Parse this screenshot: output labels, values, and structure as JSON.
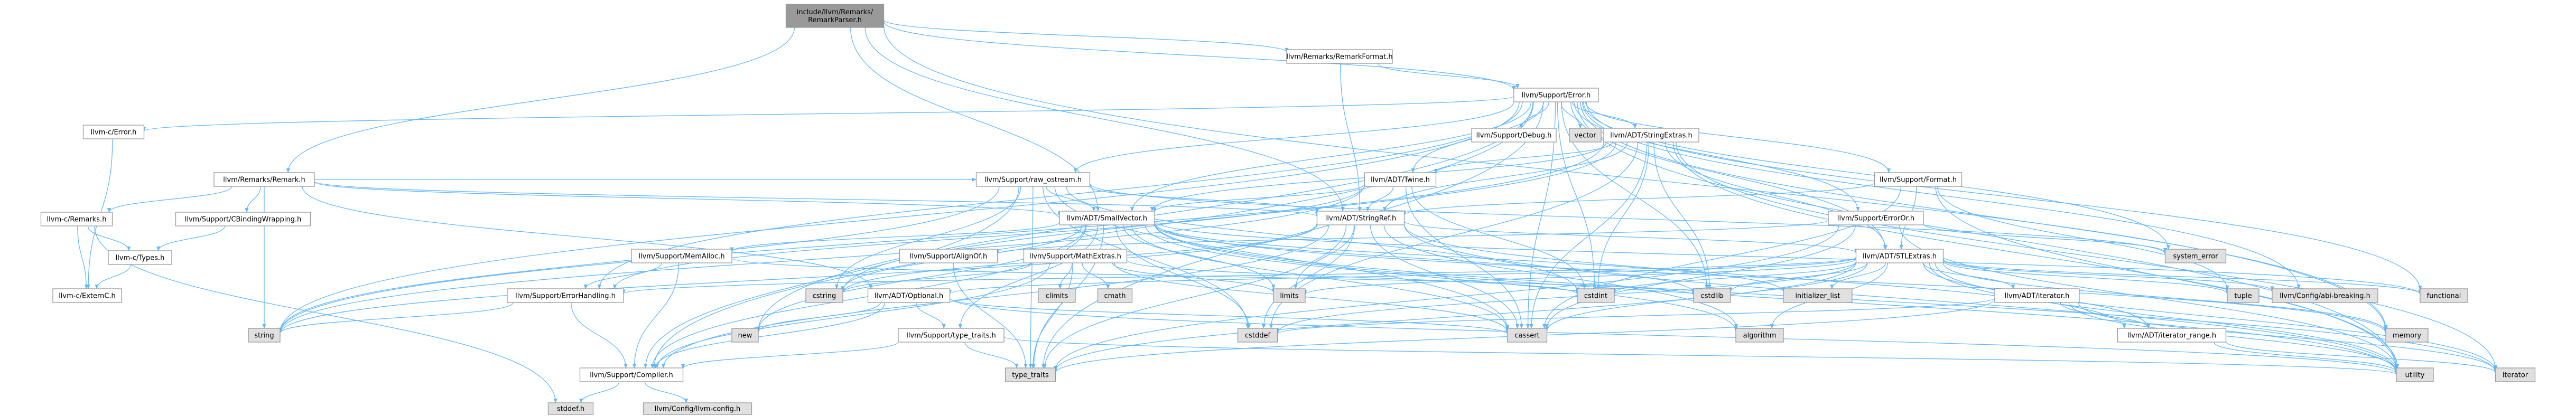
{
  "colors": {
    "edge": "#63b8ff",
    "root_fill": "#999999",
    "node_fill": "#ffffff",
    "missing_fill": "#e0e0e0",
    "node_border": "#999999",
    "highlight_border": "#ff0000",
    "text": "#000000"
  },
  "nodes": {
    "root": {
      "label": "include/llvm/Remarks/\nRemarkParser.h",
      "kind": "root"
    },
    "remarkformat": {
      "label": "llvm/Remarks/RemarkFormat.h",
      "kind": "normal"
    },
    "error": {
      "label": "llvm/Support/Error.h",
      "kind": "normal"
    },
    "cerror": {
      "label": "llvm-c/Error.h",
      "kind": "normal"
    },
    "remark": {
      "label": "llvm/Remarks/Remark.h",
      "kind": "normal"
    },
    "cremarks": {
      "label": "llvm-c/Remarks.h",
      "kind": "normal"
    },
    "cbinding": {
      "label": "llvm/Support/CBindingWrapping.h",
      "kind": "highlight"
    },
    "ctypes": {
      "label": "llvm-c/Types.h",
      "kind": "highlight"
    },
    "externc": {
      "label": "llvm-c/ExternC.h",
      "kind": "normal"
    },
    "debug": {
      "label": "llvm/Support/Debug.h",
      "kind": "normal"
    },
    "vector": {
      "label": "vector",
      "kind": "missing"
    },
    "stringextras": {
      "label": "llvm/ADT/StringExtras.h",
      "kind": "highlight"
    },
    "rawostream": {
      "label": "llvm/Support/raw_ostream.h",
      "kind": "normal"
    },
    "twine": {
      "label": "llvm/ADT/Twine.h",
      "kind": "normal"
    },
    "format": {
      "label": "llvm/Support/Format.h",
      "kind": "highlight"
    },
    "smallvector": {
      "label": "llvm/ADT/SmallVector.h",
      "kind": "normal"
    },
    "stringref": {
      "label": "llvm/ADT/StringRef.h",
      "kind": "normal"
    },
    "erroror": {
      "label": "llvm/Support/ErrorOr.h",
      "kind": "normal"
    },
    "memalloc": {
      "label": "llvm/Support/MemAlloc.h",
      "kind": "normal"
    },
    "alignof": {
      "label": "llvm/Support/AlignOf.h",
      "kind": "normal"
    },
    "mathextras": {
      "label": "llvm/Support/MathExtras.h",
      "kind": "normal"
    },
    "stlextras": {
      "label": "llvm/ADT/STLExtras.h",
      "kind": "normal"
    },
    "systemerror": {
      "label": "system_error",
      "kind": "missing"
    },
    "errorhandling": {
      "label": "llvm/Support/ErrorHandling.h",
      "kind": "normal"
    },
    "cstring": {
      "label": "cstring",
      "kind": "missing"
    },
    "optional": {
      "label": "llvm/ADT/Optional.h",
      "kind": "highlight"
    },
    "climits": {
      "label": "climits",
      "kind": "missing"
    },
    "cmath": {
      "label": "cmath",
      "kind": "missing"
    },
    "limits": {
      "label": "limits",
      "kind": "missing"
    },
    "cstdint": {
      "label": "cstdint",
      "kind": "missing"
    },
    "cstdlib": {
      "label": "cstdlib",
      "kind": "missing"
    },
    "initlist": {
      "label": "initializer_list",
      "kind": "missing"
    },
    "adtiterator": {
      "label": "llvm/ADT/iterator.h",
      "kind": "normal"
    },
    "iterrange": {
      "label": "llvm/ADT/iterator_range.h",
      "kind": "normal"
    },
    "tuple": {
      "label": "tuple",
      "kind": "missing"
    },
    "abibreaking": {
      "label": "llvm/Config/abi-breaking.h",
      "kind": "missing"
    },
    "functional": {
      "label": "functional",
      "kind": "missing"
    },
    "string": {
      "label": "string",
      "kind": "missing"
    },
    "new": {
      "label": "new",
      "kind": "missing"
    },
    "typetraitsh": {
      "label": "llvm/Support/type_traits.h",
      "kind": "normal"
    },
    "cstddef": {
      "label": "cstddef",
      "kind": "missing"
    },
    "cassert": {
      "label": "cassert",
      "kind": "missing"
    },
    "algorithm": {
      "label": "algorithm",
      "kind": "missing"
    },
    "memory": {
      "label": "memory",
      "kind": "missing"
    },
    "compiler": {
      "label": "llvm/Support/Compiler.h",
      "kind": "normal"
    },
    "typetraits": {
      "label": "type_traits",
      "kind": "missing"
    },
    "utility": {
      "label": "utility",
      "kind": "missing"
    },
    "iterator": {
      "label": "iterator",
      "kind": "missing"
    },
    "stddef": {
      "label": "stddef.h",
      "kind": "missing"
    },
    "llvmconfig": {
      "label": "llvm/Config/llvm-config.h",
      "kind": "missing"
    }
  },
  "edges": [
    [
      "root",
      "remarkformat"
    ],
    [
      "root",
      "error"
    ],
    [
      "root",
      "remark"
    ],
    [
      "root",
      "smallvector"
    ],
    [
      "root",
      "stringref"
    ],
    [
      "root",
      "memory"
    ],
    [
      "remarkformat",
      "error"
    ],
    [
      "remarkformat",
      "stringref"
    ],
    [
      "error",
      "cerror"
    ],
    [
      "error",
      "stlextras"
    ],
    [
      "error",
      "smallvector"
    ],
    [
      "error",
      "stringextras"
    ],
    [
      "error",
      "twine"
    ],
    [
      "error",
      "abibreaking"
    ],
    [
      "error",
      "compiler"
    ],
    [
      "error",
      "debug"
    ],
    [
      "error",
      "errorhandling"
    ],
    [
      "error",
      "erroror"
    ],
    [
      "error",
      "format"
    ],
    [
      "error",
      "rawostream"
    ],
    [
      "error",
      "cassert"
    ],
    [
      "error",
      "cstdint"
    ],
    [
      "error",
      "cstdlib"
    ],
    [
      "error",
      "functional"
    ],
    [
      "error",
      "memory"
    ],
    [
      "error",
      "new"
    ],
    [
      "error",
      "string"
    ],
    [
      "error",
      "systemerror"
    ],
    [
      "error",
      "typetraits"
    ],
    [
      "error",
      "utility"
    ],
    [
      "error",
      "vector"
    ],
    [
      "cerror",
      "externc"
    ],
    [
      "remark",
      "cremarks"
    ],
    [
      "remark",
      "optional"
    ],
    [
      "remark",
      "stringref"
    ],
    [
      "remark",
      "cbinding"
    ],
    [
      "remark",
      "rawostream"
    ],
    [
      "remark",
      "string"
    ],
    [
      "remark",
      "smallvector"
    ],
    [
      "cremarks",
      "ctypes"
    ],
    [
      "cremarks",
      "externc"
    ],
    [
      "cremarks",
      "stddef"
    ],
    [
      "cbinding",
      "ctypes"
    ],
    [
      "ctypes",
      "externc"
    ],
    [
      "stringextras",
      "smallvector"
    ],
    [
      "stringextras",
      "stringref"
    ],
    [
      "stringextras",
      "twine"
    ],
    [
      "stringextras",
      "cassert"
    ],
    [
      "stringextras",
      "cstddef"
    ],
    [
      "stringextras",
      "cstdint"
    ],
    [
      "stringextras",
      "cstdlib"
    ],
    [
      "stringextras",
      "cstring"
    ],
    [
      "stringextras",
      "iterator"
    ],
    [
      "stringextras",
      "string"
    ],
    [
      "stringextras",
      "utility"
    ],
    [
      "stringextras",
      "stlextras"
    ],
    [
      "rawostream",
      "stringref"
    ],
    [
      "rawostream",
      "compiler"
    ],
    [
      "rawostream",
      "cassert"
    ],
    [
      "rawostream",
      "cstddef"
    ],
    [
      "rawostream",
      "cstdint"
    ],
    [
      "rawostream",
      "cstring"
    ],
    [
      "rawostream",
      "string"
    ],
    [
      "rawostream",
      "systemerror"
    ],
    [
      "rawostream",
      "typetraits"
    ],
    [
      "rawostream",
      "smallvector"
    ],
    [
      "twine",
      "smallvector"
    ],
    [
      "twine",
      "stringref"
    ],
    [
      "twine",
      "errorhandling"
    ],
    [
      "twine",
      "cassert"
    ],
    [
      "twine",
      "cstdint"
    ],
    [
      "twine",
      "string"
    ],
    [
      "format",
      "stlextras"
    ],
    [
      "format",
      "stringref"
    ],
    [
      "format",
      "cassert"
    ],
    [
      "format",
      "cstdio"
    ],
    [
      "format",
      "tuple"
    ],
    [
      "format",
      "utility"
    ],
    [
      "smallvector",
      "compiler"
    ],
    [
      "smallvector",
      "memalloc"
    ],
    [
      "smallvector",
      "typetraitsh"
    ],
    [
      "smallvector",
      "algorithm"
    ],
    [
      "smallvector",
      "cassert"
    ],
    [
      "smallvector",
      "cstddef"
    ],
    [
      "smallvector",
      "cstdlib"
    ],
    [
      "smallvector",
      "cstring"
    ],
    [
      "smallvector",
      "functional"
    ],
    [
      "smallvector",
      "initlist"
    ],
    [
      "smallvector",
      "iterator"
    ],
    [
      "smallvector",
      "limits"
    ],
    [
      "smallvector",
      "memory"
    ],
    [
      "smallvector",
      "new"
    ],
    [
      "smallvector",
      "typetraits"
    ],
    [
      "smallvector",
      "utility"
    ],
    [
      "stringref",
      "stlextras"
    ],
    [
      "stringref",
      "iterrange"
    ],
    [
      "stringref",
      "compiler"
    ],
    [
      "stringref",
      "algorithm"
    ],
    [
      "stringref",
      "cassert"
    ],
    [
      "stringref",
      "cstddef"
    ],
    [
      "stringref",
      "cstring"
    ],
    [
      "stringref",
      "limits"
    ],
    [
      "stringref",
      "string"
    ],
    [
      "stringref",
      "typetraits"
    ],
    [
      "stringref",
      "utility"
    ],
    [
      "erroror",
      "alignof"
    ],
    [
      "erroror",
      "cassert"
    ],
    [
      "erroror",
      "systemerror"
    ],
    [
      "erroror",
      "typetraits"
    ],
    [
      "erroror",
      "utility"
    ],
    [
      "memalloc",
      "compiler"
    ],
    [
      "memalloc",
      "errorhandling"
    ],
    [
      "memalloc",
      "cstdlib"
    ],
    [
      "alignof",
      "typetraits"
    ],
    [
      "mathextras",
      "compiler"
    ],
    [
      "mathextras",
      "cassert"
    ],
    [
      "mathextras",
      "climits"
    ],
    [
      "mathextras",
      "cmath"
    ],
    [
      "mathextras",
      "cstdint"
    ],
    [
      "mathextras",
      "cstring"
    ],
    [
      "mathextras",
      "limits"
    ],
    [
      "mathextras",
      "typetraits"
    ],
    [
      "stlextras",
      "optional"
    ],
    [
      "stlextras",
      "adtiterator"
    ],
    [
      "stlextras",
      "iterrange"
    ],
    [
      "stlextras",
      "abibreaking"
    ],
    [
      "stlextras",
      "errorhandling"
    ],
    [
      "stlextras",
      "algorithm"
    ],
    [
      "stlextras",
      "cassert"
    ],
    [
      "stlextras",
      "cstddef"
    ],
    [
      "stlextras",
      "cstdint"
    ],
    [
      "stlextras",
      "cstdlib"
    ],
    [
      "stlextras",
      "functional"
    ],
    [
      "stlextras",
      "initlist"
    ],
    [
      "stlextras",
      "iterator"
    ],
    [
      "stlextras",
      "limits"
    ],
    [
      "stlextras",
      "memory"
    ],
    [
      "stlextras",
      "tuple"
    ],
    [
      "stlextras",
      "typetraits"
    ],
    [
      "stlextras",
      "utility"
    ],
    [
      "errorhandling",
      "compiler"
    ],
    [
      "errorhandling",
      "string"
    ],
    [
      "optional",
      "compiler"
    ],
    [
      "optional",
      "typetraitsh"
    ],
    [
      "optional",
      "cassert"
    ],
    [
      "optional",
      "new"
    ],
    [
      "optional",
      "utility"
    ],
    [
      "adtiterator",
      "iterrange"
    ],
    [
      "adtiterator",
      "cstddef"
    ],
    [
      "adtiterator",
      "iterator"
    ],
    [
      "adtiterator",
      "typetraits"
    ],
    [
      "adtiterator",
      "utility"
    ],
    [
      "iterrange",
      "iterator"
    ],
    [
      "iterrange",
      "utility"
    ],
    [
      "typetraitsh",
      "compiler"
    ],
    [
      "typetraitsh",
      "typetraits"
    ],
    [
      "typetraitsh",
      "utility"
    ],
    [
      "compiler",
      "llvmconfig"
    ],
    [
      "compiler",
      "stddef"
    ]
  ]
}
